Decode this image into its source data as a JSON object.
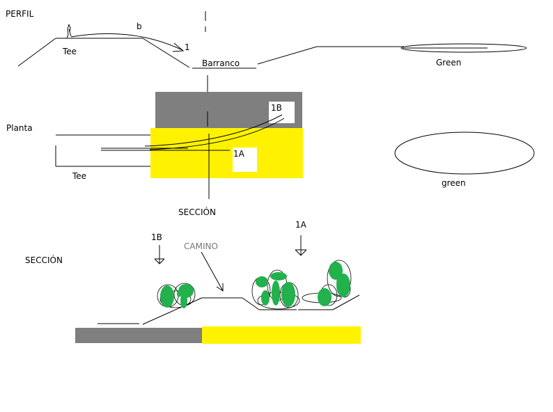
{
  "labels": {
    "perfil": "PERFIL",
    "tee_profile": "Tee",
    "b": "b",
    "one": "1",
    "barranco": "Barranco",
    "green_profile": "Green",
    "planta": "Planta",
    "tee_plan": "Tee",
    "label_1b_plan": "1B",
    "label_1a_plan": "1A",
    "green_plan": "green",
    "seccion_plan": "SECCIÓN",
    "seccion_title": "SECCIÓN",
    "label_1b_section": "1B",
    "camino": "CAMINO",
    "label_1a_section": "1A"
  },
  "colors": {
    "stroke": "#000000",
    "gray_block": "#7f7f7f",
    "yellow_block": "#fff200",
    "tree_green": "#22b14c",
    "camino_text": "#777777"
  }
}
